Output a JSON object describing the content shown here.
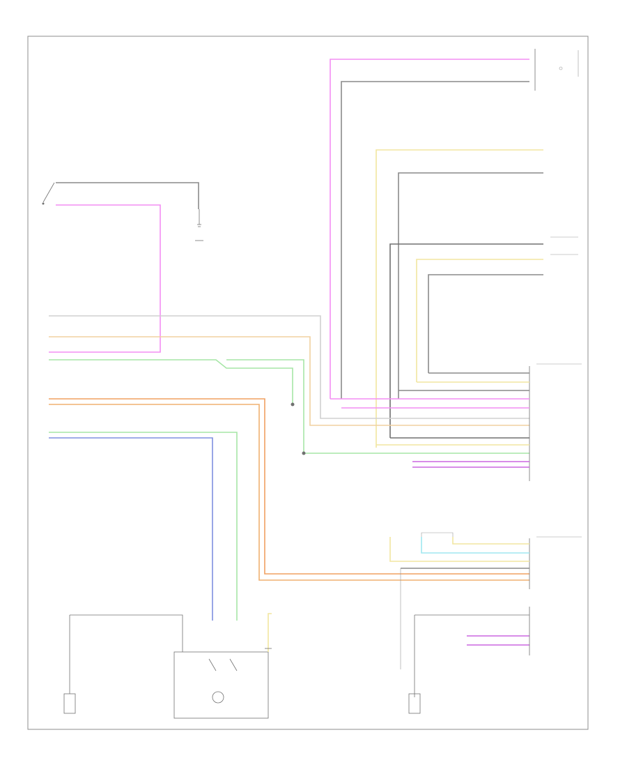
{
  "diagram": {
    "page_ref": "",
    "colors": {
      "pink": "#f48ef4",
      "gray": "#8a8a8a",
      "yellow": "#f2e6a0",
      "tan": "#f0d0a0",
      "green": "#a6e6a6",
      "orange": "#f0a060",
      "blue": "#7f8fe0",
      "cyan": "#9fe7f0",
      "magenta": "#cc66e0",
      "frame": "#8c8c8c"
    },
    "wires": [
      {
        "name": "wire-pink-top",
        "color": "pink"
      },
      {
        "name": "wire-gray-top",
        "color": "gray"
      },
      {
        "name": "wire-yellow-mid",
        "color": "yellow"
      },
      {
        "name": "wire-gray-mid",
        "color": "gray"
      },
      {
        "name": "wire-pink-left",
        "color": "pink"
      },
      {
        "name": "wire-tan-left",
        "color": "tan"
      },
      {
        "name": "wire-green-left",
        "color": "green"
      },
      {
        "name": "wire-orange-left",
        "color": "orange"
      },
      {
        "name": "wire-blue-left",
        "color": "blue"
      },
      {
        "name": "wire-cyan-right",
        "color": "cyan"
      },
      {
        "name": "wire-magenta-right",
        "color": "magenta"
      }
    ]
  }
}
